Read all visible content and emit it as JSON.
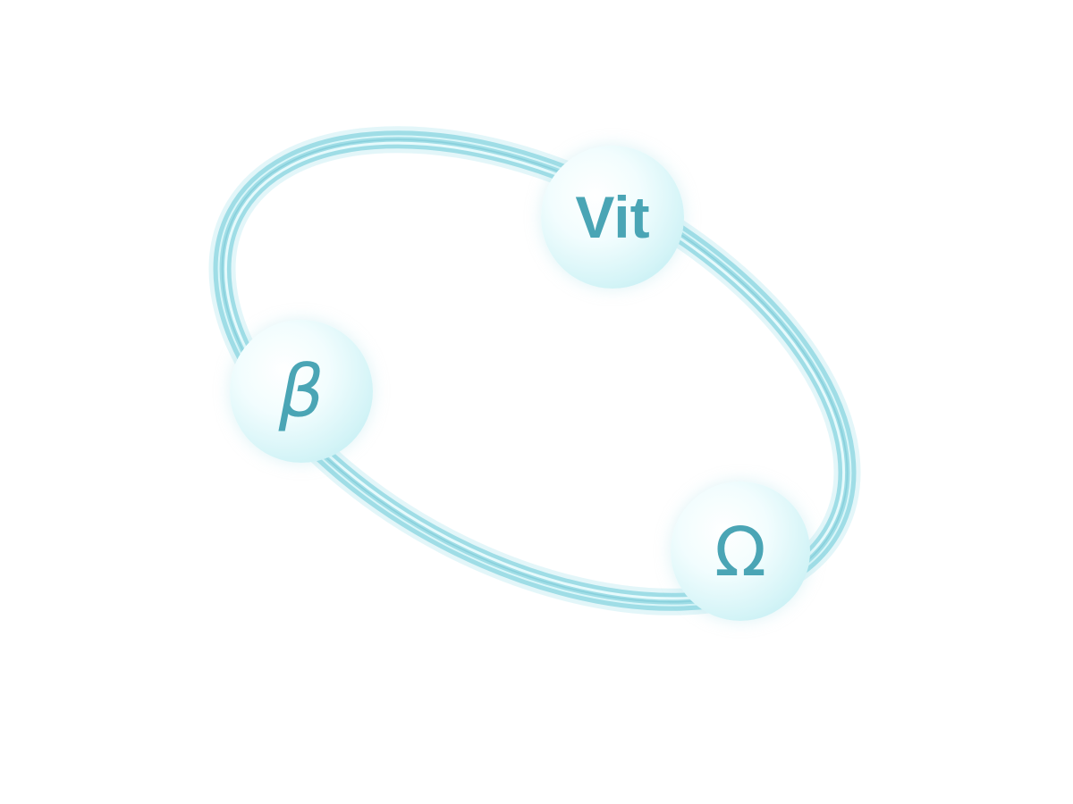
{
  "nodes": [
    {
      "id": "vitamin",
      "label": "Vit"
    },
    {
      "id": "beta",
      "label": "β"
    },
    {
      "id": "omega",
      "label": "Ω"
    }
  ],
  "colors": {
    "ring": "#9fdde6",
    "ring_highlight": "#e6fafc",
    "label": "#4aa5b5"
  }
}
